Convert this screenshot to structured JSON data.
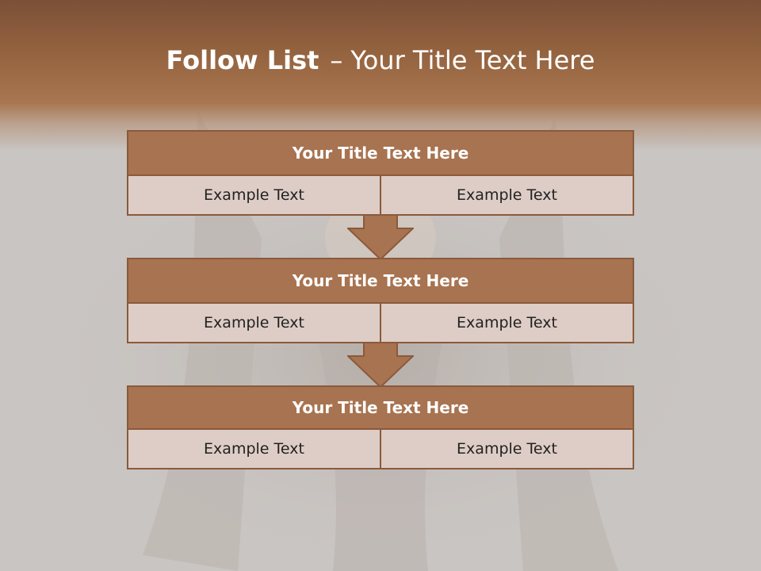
{
  "slide": {
    "title_bold": "Follow List",
    "title_separator": "–",
    "title_rest": "Your Title Text Here"
  },
  "blocks": [
    {
      "title": "Your Title Text Here",
      "left": "Example Text",
      "right": "Example Text"
    },
    {
      "title": "Your Title Text Here",
      "left": "Example Text",
      "right": "Example Text"
    },
    {
      "title": "Your Title Text Here",
      "left": "Example Text",
      "right": "Example Text"
    }
  ],
  "colors": {
    "header_gradient": "#94633f",
    "block_header": "#a87350",
    "block_border": "#8a5a3b",
    "block_row": "#decdc6",
    "background": "#c9c5c2"
  }
}
